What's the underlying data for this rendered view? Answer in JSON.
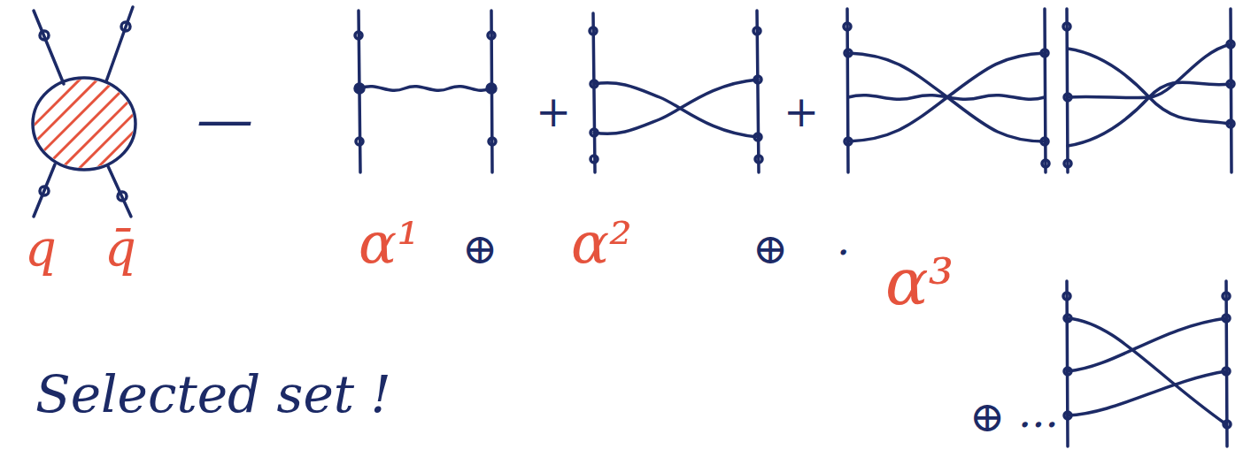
{
  "diagram": {
    "labels": [
      "q",
      "q̄",
      "—",
      "+",
      "+",
      "α¹",
      "⊕",
      "α²",
      "⊕",
      ".",
      "α³",
      "Selected set !",
      "⊕",
      "..."
    ]
  }
}
